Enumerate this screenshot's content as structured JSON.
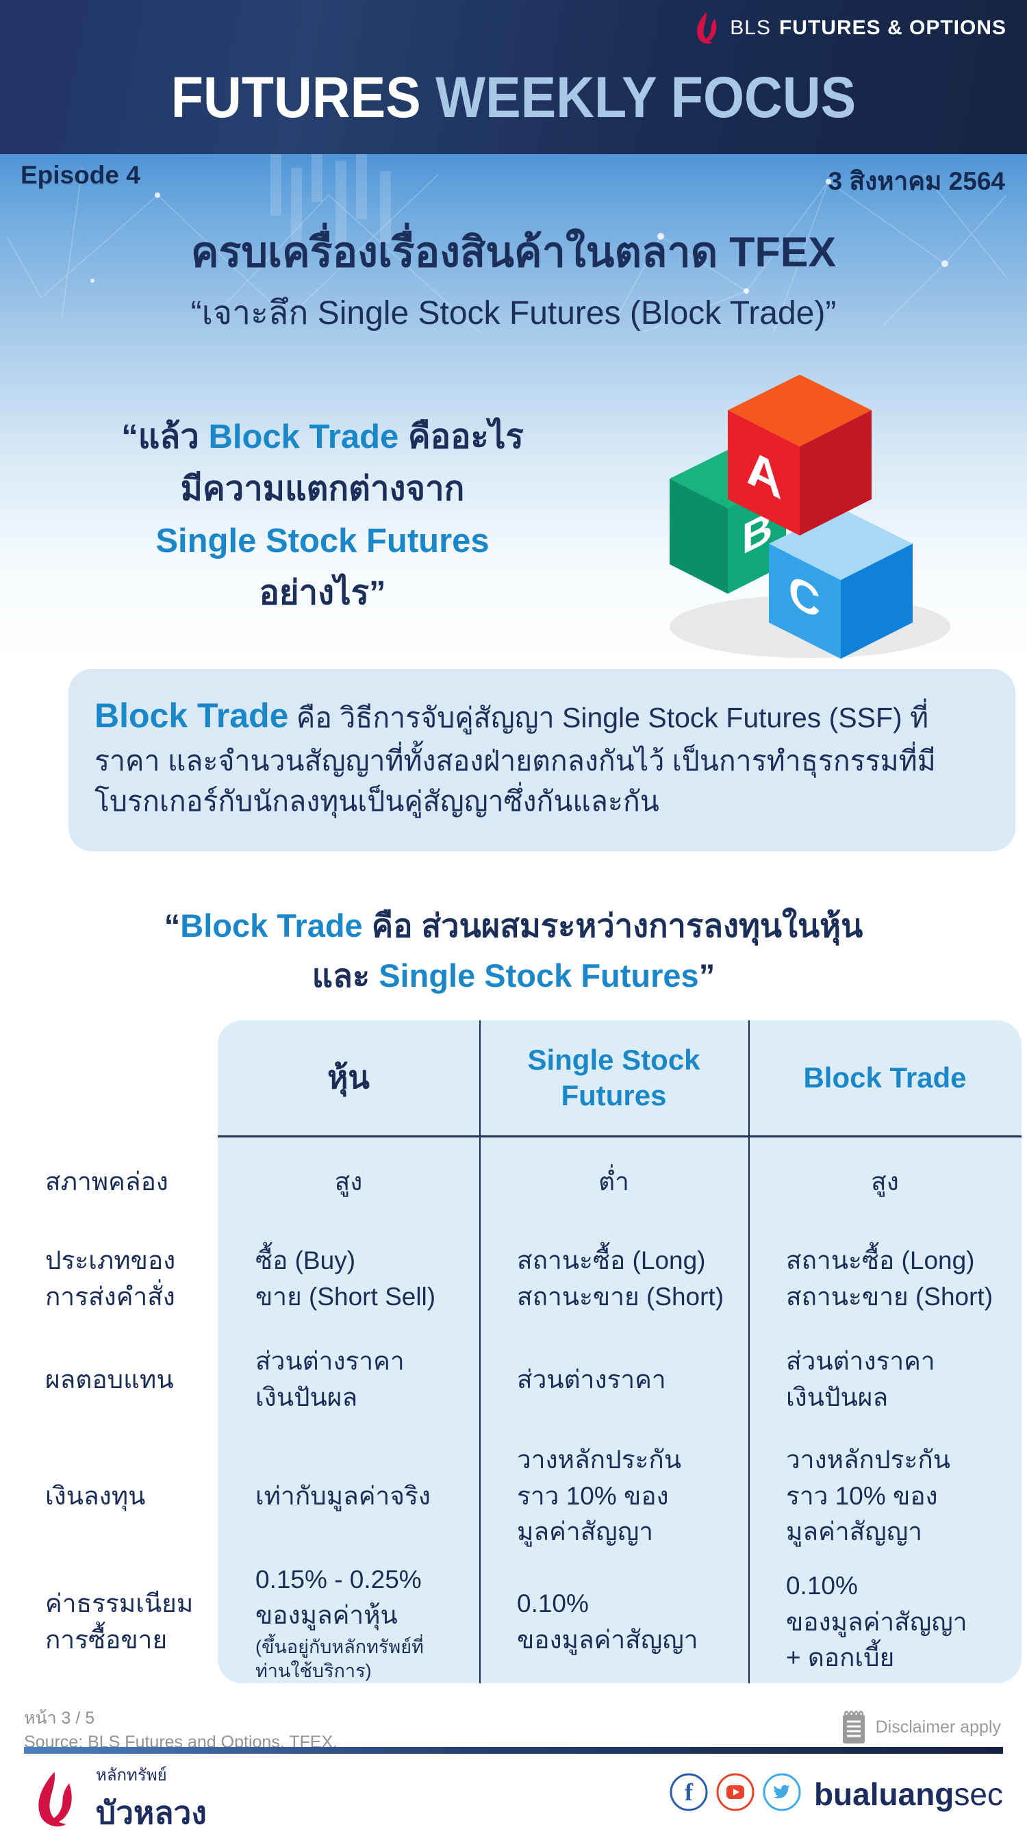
{
  "colors": {
    "navy": "#1c2f5a",
    "header_navy": "#1b2b53",
    "accent_blue": "#1b87c9",
    "light_blue_text": "#a9c8e8",
    "hero_blue": "#4f95d6",
    "panel_blue": "#d9eaf6",
    "table_blue": "#dcedf8",
    "gray": "#909295",
    "brand_red": "#d31145",
    "facebook_blue": "#2a5ba8",
    "youtube_red": "#e8432d",
    "twitter_blue": "#41aae4"
  },
  "header": {
    "logo": {
      "name": "BLS",
      "suffix": "FUTURES & OPTIONS"
    },
    "title": [
      {
        "t": "FUTURES ",
        "c": "white"
      },
      {
        "t": "WEEKLY FOCUS",
        "c": "lightblue"
      }
    ],
    "episode": "Episode 4",
    "date": "3 สิงหาคม 2564"
  },
  "hero": {
    "headline": "ครบเครื่องเรื่องสินค้าในตลาด TFEX",
    "subtitle": "“เจาะลึก Single Stock Futures (Block Trade)”",
    "question": [
      [
        {
          "t": "“แล้ว ",
          "c": "navy"
        },
        {
          "t": "Block Trade",
          "c": "blue"
        },
        {
          "t": " คืออะไร",
          "c": "navy"
        }
      ],
      [
        {
          "t": "มีความแตกต่างจาก",
          "c": "navy"
        }
      ],
      [
        {
          "t": "Single Stock Futures",
          "c": "blue"
        }
      ],
      [
        {
          "t": "อย่างไร”",
          "c": "navy"
        }
      ]
    ],
    "blocks": {
      "letters": [
        "A",
        "B",
        "C"
      ]
    }
  },
  "definition": {
    "text": [
      {
        "t": "Block Trade",
        "c": "blue-lg"
      },
      {
        "t": " คือ วิธีการจับคู่สัญญา Single Stock Futures (SSF) ที่ราคา และจำนวนสัญญาที่ทั้งสองฝ่ายตกลงกันไว้ เป็นการทำธุรกรรมที่มีโบรกเกอร์กับนักลงทุนเป็นคู่สัญญาซึ่งกันและกัน",
        "c": "navy"
      }
    ]
  },
  "quote": [
    [
      {
        "t": "“",
        "c": "navy"
      },
      {
        "t": "Block Trade",
        "c": "blue"
      },
      {
        "t": " คือ ส่วนผสมระหว่างการลงทุนในหุ้น",
        "c": "navy"
      }
    ],
    [
      {
        "t": "และ ",
        "c": "navy"
      },
      {
        "t": "Single Stock Futures",
        "c": "blue"
      },
      {
        "t": "”",
        "c": "navy"
      }
    ]
  ],
  "comparison_table": {
    "columns": [
      {
        "label": "หุ้น",
        "style": "navy"
      },
      {
        "label": "Single Stock\nFutures",
        "style": "blue"
      },
      {
        "label": "Block Trade",
        "style": "blue"
      }
    ],
    "rows": [
      {
        "label": "สภาพคล่อง",
        "center": true,
        "cells": [
          {
            "text": "สูง"
          },
          {
            "text": "ต่ำ"
          },
          {
            "text": "สูง"
          }
        ]
      },
      {
        "label": "ประเภทของ\nการส่งคำสั่ง",
        "cells": [
          {
            "text": "ซื้อ (Buy)\nขาย (Short Sell)"
          },
          {
            "text": "สถานะซื้อ (Long)\nสถานะขาย (Short)"
          },
          {
            "text": "สถานะซื้อ (Long)\nสถานะขาย (Short)"
          }
        ]
      },
      {
        "label": "ผลตอบแทน",
        "cells": [
          {
            "text": "ส่วนต่างราคา\nเงินปันผล"
          },
          {
            "text": "ส่วนต่างราคา"
          },
          {
            "text": "ส่วนต่างราคา\nเงินปันผล"
          }
        ]
      },
      {
        "label": "เงินลงทุน",
        "cells": [
          {
            "text": "เท่ากับมูลค่าจริง"
          },
          {
            "text": "วางหลักประกัน\nราว 10% ของ\nมูลค่าสัญญา"
          },
          {
            "text": "วางหลักประกัน\nราว 10% ของ\nมูลค่าสัญญา"
          }
        ]
      },
      {
        "label": "ค่าธรรมเนียม\nการซื้อขาย",
        "cells": [
          {
            "text": "0.15% - 0.25%\nของมูลค่าหุ้น",
            "note": "(ขึ้นอยู่กับหลักทรัพย์ที่\nท่านใช้บริการ)"
          },
          {
            "text": "0.10%\nของมูลค่าสัญญา"
          },
          {
            "text": "0.10%\nของมูลค่าสัญญา\n+ ดอกเบี้ย"
          }
        ]
      }
    ]
  },
  "footer": {
    "page": "หน้า 3 / 5",
    "source": "Source: BLS Futures and Options, TFEX,",
    "disclaimer": "Disclaimer apply",
    "logo": {
      "top": "หลักทรัพย์",
      "bottom": "บัวหลวง"
    },
    "social": {
      "brand_bold": "bualuang",
      "brand_light": "sec"
    }
  }
}
